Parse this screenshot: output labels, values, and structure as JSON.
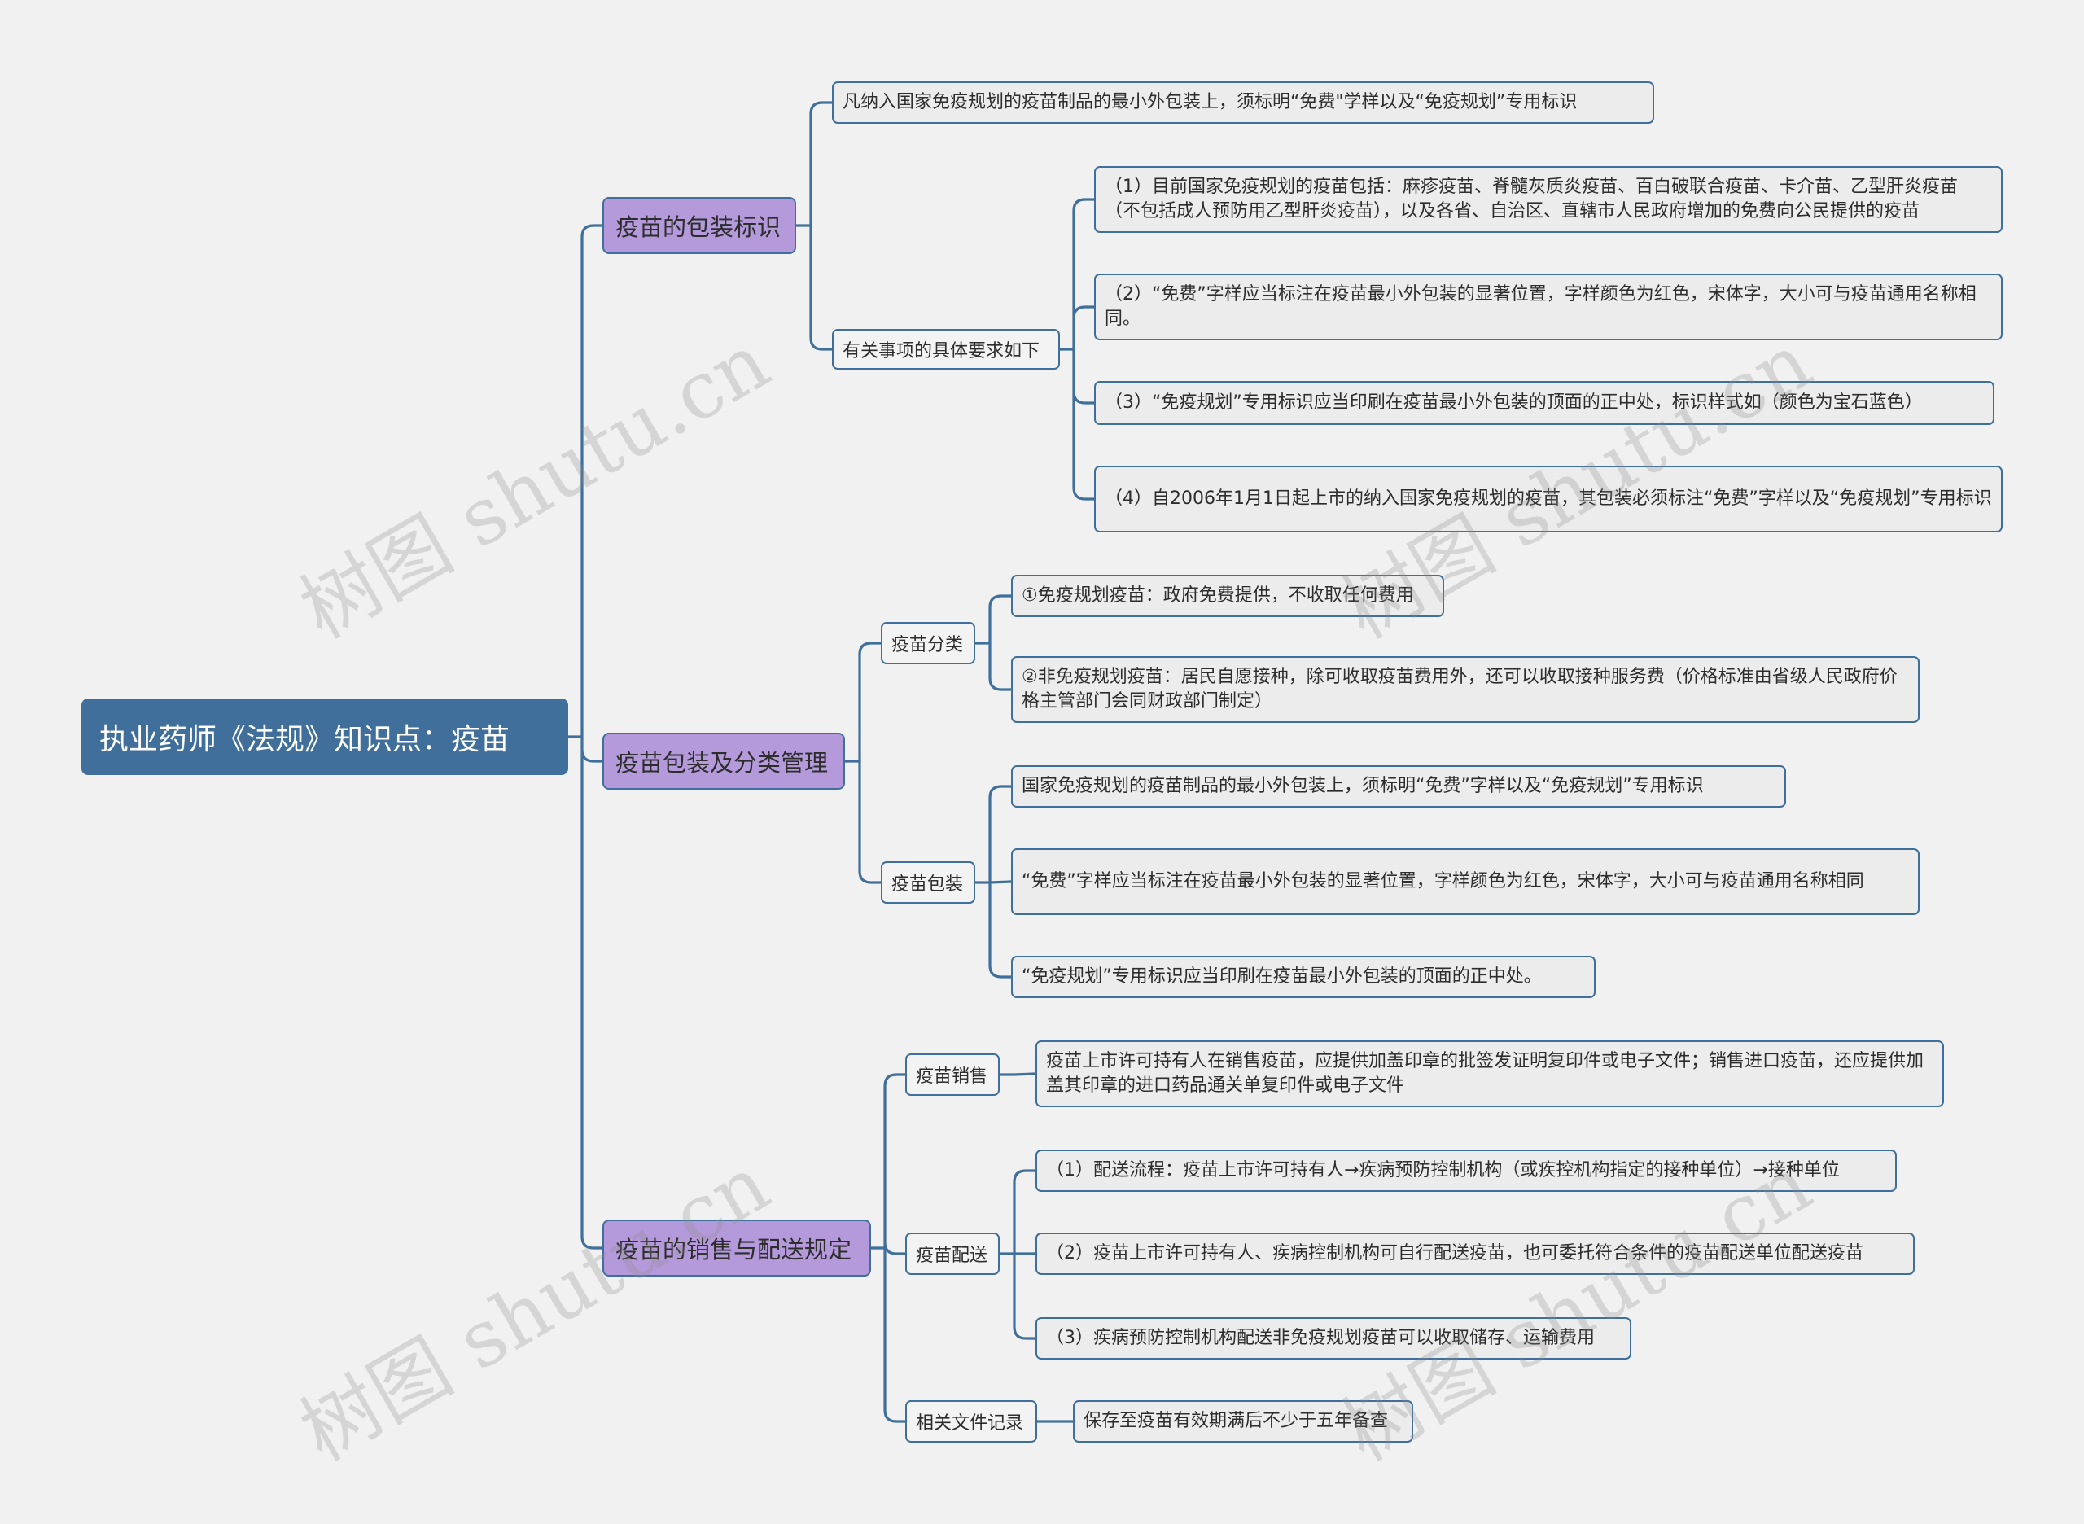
{
  "root": {
    "label": "执业药师《法规》知识点：疫苗"
  },
  "branches": [
    {
      "label": "疫苗的包装标识",
      "children": [
        {
          "label": "凡纳入国家免疫规划的疫苗制品的最小外包装上，须标明“免费\"学样以及“免疫规划”专用标识"
        },
        {
          "label": "有关事项的具体要求如下",
          "children": [
            {
              "label": "（1）目前国家免疫规划的疫苗包括：麻疹疫苗、脊髓灰质炎疫苗、百白破联合疫苗、卡介苗、乙型肝炎疫苗（不包括成人预防用乙型肝炎疫苗），以及各省、自治区、直辖市人民政府增加的免费向公民提供的疫苗"
            },
            {
              "label": "（2）“免费”字样应当标注在疫苗最小外包装的显著位置，字样颜色为红色，宋体字，大小可与疫苗通用名称相同。"
            },
            {
              "label": "（3）“免疫规划”专用标识应当印刷在疫苗最小外包装的顶面的正中处，标识样式如（颜色为宝石蓝色）"
            },
            {
              "label": "（4）自2006年1月1日起上市的纳入国家免疫规划的疫苗，其包装必须标注“免费”字样以及“免疫规划”专用标识"
            }
          ]
        }
      ]
    },
    {
      "label": "疫苗包装及分类管理",
      "children": [
        {
          "label": "疫苗分类",
          "children": [
            {
              "label": "①免疫规划疫苗：政府免费提供，不收取任何费用"
            },
            {
              "label": "②非免疫规划疫苗：居民自愿接种，除可收取疫苗费用外，还可以收取接种服务费（价格标准由省级人民政府价格主管部门会同财政部门制定）"
            }
          ]
        },
        {
          "label": "疫苗包装",
          "children": [
            {
              "label": "国家免疫规划的疫苗制品的最小外包装上，须标明“免费”字样以及“免疫规划”专用标识"
            },
            {
              "label": "“免费”字样应当标注在疫苗最小外包装的显著位置，字样颜色为红色，宋体字，大小可与疫苗通用名称相同"
            },
            {
              "label": "“免疫规划”专用标识应当印刷在疫苗最小外包装的顶面的正中处。"
            }
          ]
        }
      ]
    },
    {
      "label": "疫苗的销售与配送规定",
      "children": [
        {
          "label": "疫苗销售",
          "children": [
            {
              "label": "疫苗上市许可持有人在销售疫苗，应提供加盖印章的批签发证明复印件或电子文件；销售进口疫苗，还应提供加盖其印章的进口药品通关单复印件或电子文件"
            }
          ]
        },
        {
          "label": "疫苗配送",
          "children": [
            {
              "label": "（1）配送流程：疫苗上市许可持有人→疾病预防控制机构（或疾控机构指定的接种单位）→接种单位"
            },
            {
              "label": "（2）疫苗上市许可持有人、疾病控制机构可自行配送疫苗，也可委托符合条件的疫苗配送单位配送疫苗"
            },
            {
              "label": "（3）疾病预防控制机构配送非免疫规划疫苗可以收取储存、运输费用"
            }
          ]
        },
        {
          "label": "相关文件记录",
          "children": [
            {
              "label": "保存至疫苗有效期满后不少于五年备查"
            }
          ]
        }
      ]
    }
  ],
  "watermark": {
    "text": "树图 shutu.cn"
  },
  "colors": {
    "connector": "#3f6f9a",
    "root_fill": "#3f6f9a",
    "main_fill": "#b49ada",
    "leaf_fill": "#ececec",
    "background": "#f1f1f1"
  }
}
